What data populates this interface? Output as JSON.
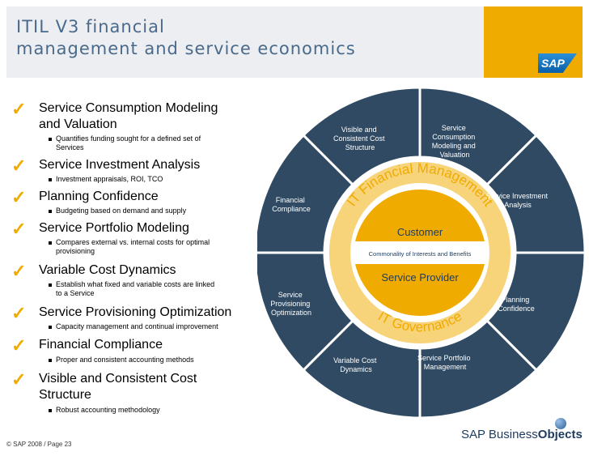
{
  "title": {
    "line1": "ITIL V3 financial",
    "line2": "management and service economics"
  },
  "logo": {
    "text": "SAP"
  },
  "items": [
    {
      "head1": "Service Consumption Modeling",
      "head2": "and Valuation",
      "sub1": "Quantifies funding sought for a defined set of",
      "sub2": "Services"
    },
    {
      "head1": "Service Investment Analysis",
      "sub1": "Investment appraisals, ROI, TCO"
    },
    {
      "head1": "Planning Confidence",
      "sub1": "Budgeting based on demand and supply"
    },
    {
      "head1": "Service Portfolio Modeling",
      "sub1": "Compares external vs. internal costs for optimal",
      "sub2": "provisioning"
    },
    {
      "head1": "Variable Cost Dynamics",
      "sub1": "Establish what fixed and variable costs are linked",
      "sub2": "to a Service"
    },
    {
      "head1": "Service Provisioning Optimization",
      "sub1": "Capacity management and continual improvement"
    },
    {
      "head1": "Financial Compliance",
      "sub1": "Proper and consistent accounting methods"
    },
    {
      "head1": "Visible and Consistent Cost",
      "head2": "Structure",
      "sub1": "Robust accounting methodology"
    }
  ],
  "diagram": {
    "segments": {
      "visible": [
        "Visible and",
        "Consistent Cost",
        "Structure"
      ],
      "consumption": [
        "Service",
        "Consumption",
        "Modeling and",
        "Valuation"
      ],
      "investment": [
        "Service Investment",
        "Analysis"
      ],
      "planning": [
        "Planning",
        "Confidence"
      ],
      "portfolio": [
        "Service Portfolio",
        "Management"
      ],
      "variable": [
        "Variable Cost",
        "Dynamics"
      ],
      "provisioning": [
        "Service",
        "Provisioning",
        "Optimization"
      ],
      "compliance": [
        "Financial",
        "Compliance"
      ]
    },
    "arc_top": "IT Financial Management",
    "arc_bottom": "IT Governance",
    "customer": "Customer",
    "commonality": "Commonality of Interests and Benefits",
    "provider": "Service Provider"
  },
  "footer": {
    "left": "© SAP 2008 / Page 23",
    "brand_a": "SAP Business",
    "brand_b": "Objects"
  },
  "colors": {
    "gold": "#f0ab00",
    "segment": "#2f4a62",
    "title": "#4a6a8c",
    "header_bg": "#eceef1"
  }
}
